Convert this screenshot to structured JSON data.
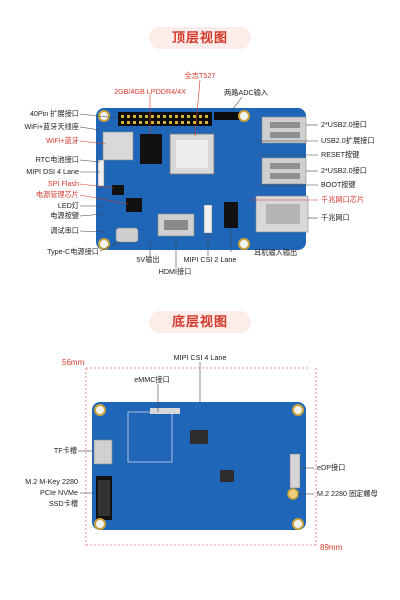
{
  "top": {
    "title": "顶层视图",
    "labels_left": [
      {
        "key": "gpio",
        "text": "40Pin 扩展接口",
        "highlight": false
      },
      {
        "key": "wifi_ant",
        "text": "WiFi+蓝牙天线座",
        "highlight": false
      },
      {
        "key": "wifi_bt",
        "text": "WiFi+蓝牙",
        "highlight": true
      },
      {
        "key": "rtc",
        "text": "RTC电池接口",
        "highlight": false
      },
      {
        "key": "mipi_dsi",
        "text": "MIPI DSI 4 Lane",
        "highlight": false
      },
      {
        "key": "spi_flash",
        "text": "SPI Flash",
        "highlight": true
      },
      {
        "key": "pmic",
        "text": "电源管理芯片",
        "highlight": true
      },
      {
        "key": "led",
        "text": "LED灯",
        "highlight": false
      },
      {
        "key": "power_btn",
        "text": "电源按键",
        "highlight": false
      },
      {
        "key": "debug",
        "text": "调试串口",
        "highlight": false
      },
      {
        "key": "typec",
        "text": "Type-C电源接口",
        "highlight": false
      }
    ],
    "labels_top": [
      {
        "key": "soc",
        "text": "全志T527",
        "highlight": true
      },
      {
        "key": "ram",
        "text": "2GB/4GB LPDDR4/4X",
        "highlight": true
      },
      {
        "key": "adc",
        "text": "两路ADC输入",
        "highlight": false
      }
    ],
    "labels_right": [
      {
        "key": "usb2_a",
        "text": "2*USB2.0接口",
        "highlight": false
      },
      {
        "key": "usb_exp",
        "text": "USB2.0扩展接口",
        "highlight": false
      },
      {
        "key": "reset",
        "text": "RESET按键",
        "highlight": false
      },
      {
        "key": "usb2_b",
        "text": "2*USB2.0接口",
        "highlight": false
      },
      {
        "key": "boot",
        "text": "BOOT按键",
        "highlight": false
      },
      {
        "key": "gbe_chip",
        "text": "千兆网口芯片",
        "highlight": true
      },
      {
        "key": "gbe",
        "text": "千兆网口",
        "highlight": false
      },
      {
        "key": "audio",
        "text": "耳机输入输出",
        "highlight": false
      }
    ],
    "labels_bottom": [
      {
        "key": "out5v",
        "text": "5V输出",
        "highlight": false
      },
      {
        "key": "csi2",
        "text": "MIPI CSI 2 Lane",
        "highlight": false
      },
      {
        "key": "hdmi",
        "text": "HDMI接口",
        "highlight": false
      }
    ]
  },
  "bottom": {
    "title": "底层视图",
    "dimension_height": "56mm",
    "dimension_width": "89mm",
    "labels": [
      {
        "key": "csi4",
        "text": "MIPI CSI 4 Lane"
      },
      {
        "key": "emmc",
        "text": "eMMC接口"
      },
      {
        "key": "tf",
        "text": "TF卡槽"
      },
      {
        "key": "m2_line1",
        "text": "M.2 M-Key 2280"
      },
      {
        "key": "m2_line2",
        "text": "PCIe NVMe"
      },
      {
        "key": "m2_line3",
        "text": "SSD卡槽"
      },
      {
        "key": "edp",
        "text": "eDP接口"
      },
      {
        "key": "m2_screw",
        "text": "M.2 2280 固定螺母"
      }
    ]
  },
  "colors": {
    "accent": "#d23a2c",
    "board": "#1f66b8",
    "pill_bg": "#fdecea"
  }
}
